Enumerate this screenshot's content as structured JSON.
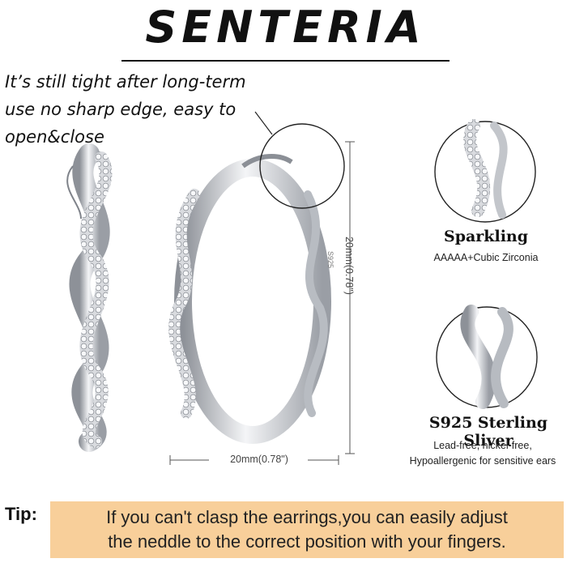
{
  "brand": {
    "name": "SENTERIA"
  },
  "callout": {
    "lines": [
      "It’s still tight after long-term",
      "use no sharp edge, easy to",
      "open&close"
    ]
  },
  "dimensions": {
    "height_label": "20mm(0.78\")",
    "width_label": "20mm(0.78\")",
    "stamp": "S925"
  },
  "features": {
    "sparkling": {
      "title": "Sparkling",
      "subtitle": "AAAAA+Cubic Zirconia"
    },
    "silver": {
      "title": "S925 Sterling Sliver",
      "lines": [
        "Lead-free, nickel-free,",
        "Hypoallergenic for sensitive ears"
      ]
    }
  },
  "tip": {
    "label": "Tip:",
    "lines": [
      "If you can't clasp the earrings,you can easily adjust",
      "the neddle to the correct position with your fingers."
    ]
  },
  "colors": {
    "tip_background": "#f8cf9a",
    "metal": "#c9ccd1",
    "text": "#111111"
  }
}
